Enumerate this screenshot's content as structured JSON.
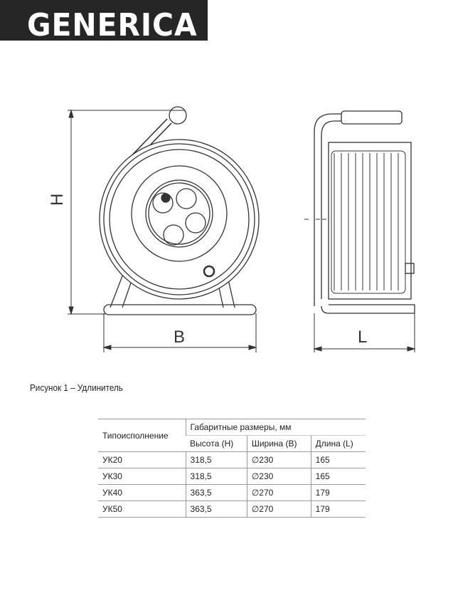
{
  "logo": {
    "text": "GENERICA"
  },
  "drawing": {
    "label_h": "H",
    "label_b": "B",
    "label_l": "L"
  },
  "caption": "Рисунок 1 – Удлинитель",
  "table": {
    "header_type": "Типоисполнение",
    "header_dims": "Габаритные размеры, мм",
    "sub_headers": [
      "Высота (H)",
      "Ширина (B)",
      "Длина (L)"
    ],
    "rows": [
      [
        "УК20",
        "318,5",
        "∅230",
        "165"
      ],
      [
        "УК30",
        "318,5",
        "∅230",
        "165"
      ],
      [
        "УК40",
        "363,5",
        "∅270",
        "179"
      ],
      [
        "УК50",
        "363,5",
        "∅270",
        "179"
      ]
    ]
  }
}
